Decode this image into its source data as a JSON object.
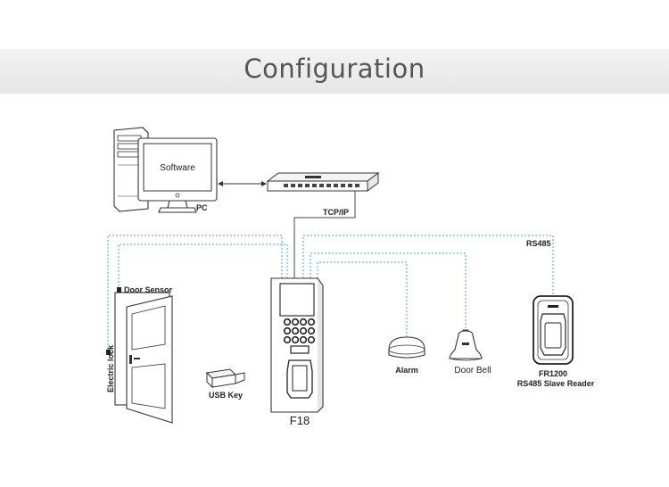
{
  "title": "Configuration",
  "nodes": {
    "pc_screen": "Software",
    "pc": "PC",
    "link": "TCP/IP",
    "rs485": "RS485",
    "door_sensor": "Door Sensor",
    "electric_lock": "Electric lock",
    "usb_key": "USB Key",
    "device": "F18",
    "alarm": "Alarm",
    "door_bell": "Door Bell",
    "reader_model": "FR1200",
    "reader_desc": "RS485 Slave Reader"
  },
  "colors": {
    "wire": "#3aa6d8",
    "banner": "#e9e9e9",
    "title": "#555555"
  }
}
